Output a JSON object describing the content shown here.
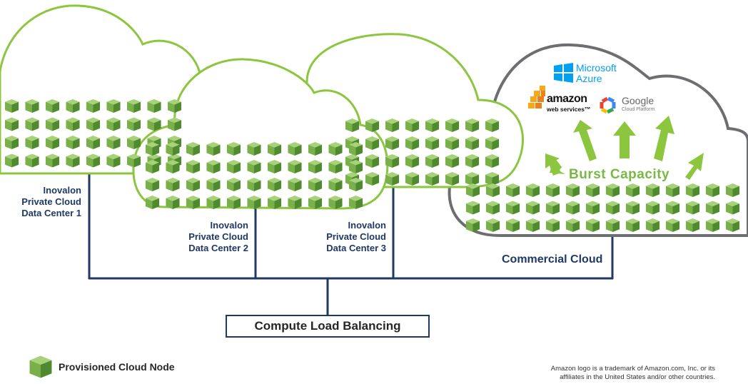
{
  "data_centers": [
    {
      "lines": [
        "Inovalon",
        "Private Cloud",
        "Data Center 1"
      ]
    },
    {
      "lines": [
        "Inovalon",
        "Private Cloud",
        "Data Center 2"
      ]
    },
    {
      "lines": [
        "Inovalon",
        "Private Cloud",
        "Data Center 3"
      ]
    }
  ],
  "commercial_cloud_label": "Commercial Cloud",
  "burst_label": "Burst Capacity",
  "load_balancer_label": "Compute Load Balancing",
  "legend_label": "Provisioned Cloud Node",
  "disclaimer_lines": [
    "Amazon logo is a trademark of Amazon.com, Inc. or its",
    "affiliates in the United States and/or other countries."
  ],
  "providers": {
    "microsoft": {
      "line1": "Microsoft",
      "line2": "Azure"
    },
    "amazon": {
      "name": "amazon",
      "sub": "web services™"
    },
    "google": {
      "name": "Google",
      "sub": "Cloud Platform"
    }
  },
  "colors": {
    "cloud_outline": "#8cc63f",
    "commercial_outline": "#6d6e71",
    "node_fill": "#79b04a",
    "node_shade": "#4f8a2e",
    "node_top": "#a8d27a",
    "connector": "#1f3864",
    "label_text": "#1f3864",
    "burst": "#79b843"
  },
  "icons": [
    "microsoft-windows-icon",
    "aws-boxes-icon",
    "google-cloud-icon",
    "cube-node-icon",
    "arrow-up-icon"
  ]
}
